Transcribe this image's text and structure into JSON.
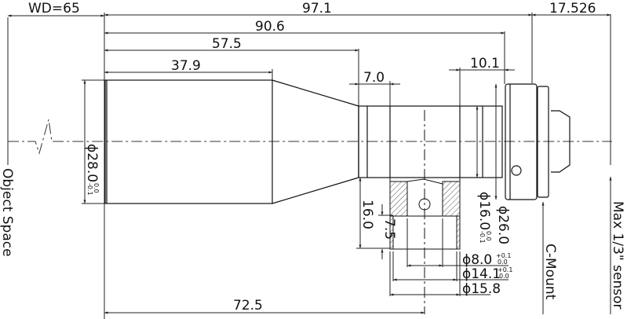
{
  "drawing": {
    "title": "Lens dimensional drawing",
    "line_color": "#111111",
    "dim_color": "#222222",
    "center_line_color": "#333333",
    "hatch_color": "#555555"
  },
  "dimensions": {
    "wd": "WD=65",
    "total_length": "97.1",
    "back_focus": "17.526",
    "to_mount_flange": "90.6",
    "to_clamp_end": "57.5",
    "front_barrel": "37.9",
    "clamp_width": "7.0",
    "mount_ring": "10.1",
    "front_diameter": "ϕ28.0",
    "front_diameter_tol_upper": "0.0",
    "front_diameter_tol_lower": "-0.1",
    "tube_diameter": "ϕ16.0",
    "tube_diameter_tol_upper": "0.0",
    "tube_diameter_tol_lower": "-0.1",
    "mount_diameter": "ϕ26.0",
    "bracket_height": "16.0",
    "bracket_depth": "7.5",
    "hole_diameter_1": "ϕ8.0",
    "hole_diameter_1_tol_upper": "+0.1",
    "hole_diameter_1_tol_lower": "0.0",
    "hole_diameter_2": "ϕ14.1",
    "hole_diameter_2_tol_upper": "+0.1",
    "hole_diameter_2_tol_lower": "0.0",
    "hole_diameter_3": "ϕ15.8",
    "mount_position": "72.5"
  },
  "labels": {
    "object_space": "Object Space",
    "c_mount": "C-Mount",
    "sensor": "Max 1/3\" sensor"
  }
}
